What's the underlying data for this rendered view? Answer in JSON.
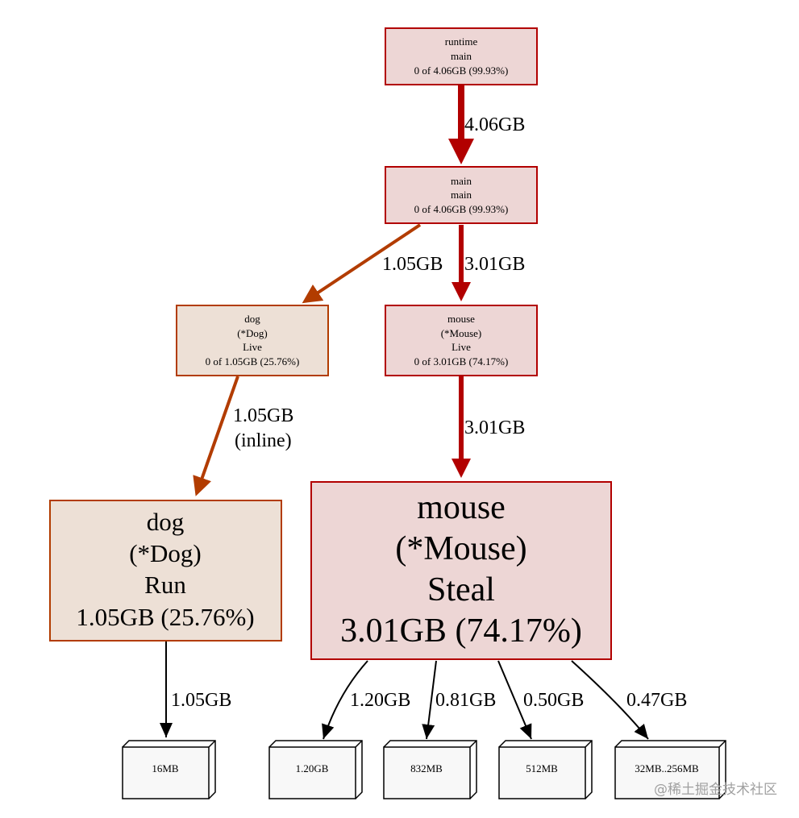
{
  "nodes": {
    "runtime_main": {
      "lines": [
        "runtime",
        "main",
        "0 of 4.06GB (99.93%)"
      ]
    },
    "main_main": {
      "lines": [
        "main",
        "main",
        "0 of 4.06GB (99.93%)"
      ]
    },
    "dog_live": {
      "lines": [
        "dog",
        "(*Dog)",
        "Live",
        "0 of 1.05GB (25.76%)"
      ]
    },
    "mouse_live": {
      "lines": [
        "mouse",
        "(*Mouse)",
        "Live",
        "0 of 3.01GB (74.17%)"
      ]
    },
    "dog_run": {
      "lines": [
        "dog",
        "(*Dog)",
        "Run",
        "1.05GB (25.76%)"
      ]
    },
    "mouse_steal": {
      "lines": [
        "mouse",
        "(*Mouse)",
        "Steal",
        "3.01GB (74.17%)"
      ]
    }
  },
  "boxes": {
    "b16mb": "16MB",
    "b120gb": "1.20GB",
    "b832mb": "832MB",
    "b512mb": "512MB",
    "b32mb": "32MB..256MB"
  },
  "edges": {
    "runtime_to_main": "4.06GB",
    "main_to_dog": "1.05GB",
    "main_to_mouse": "3.01GB",
    "dog_live_to_run_1": "1.05GB",
    "dog_live_to_run_2": "(inline)",
    "mouse_live_to_steal": "3.01GB",
    "dog_run_to_16mb": "1.05GB",
    "steal_to_120gb": "1.20GB",
    "steal_to_832mb": "0.81GB",
    "steal_to_512mb": "0.50GB",
    "steal_to_32mb": "0.47GB"
  },
  "watermark": "@稀土掘金技术社区",
  "colors": {
    "hot_fill": "#edd6d5",
    "hot_stroke": "#b20000",
    "warm_fill": "#ede0d6",
    "warm_stroke": "#b23c00",
    "leaf_fill": "#f8f8f8",
    "hot_edge": "#b20000",
    "warm_edge": "#b23c00"
  }
}
